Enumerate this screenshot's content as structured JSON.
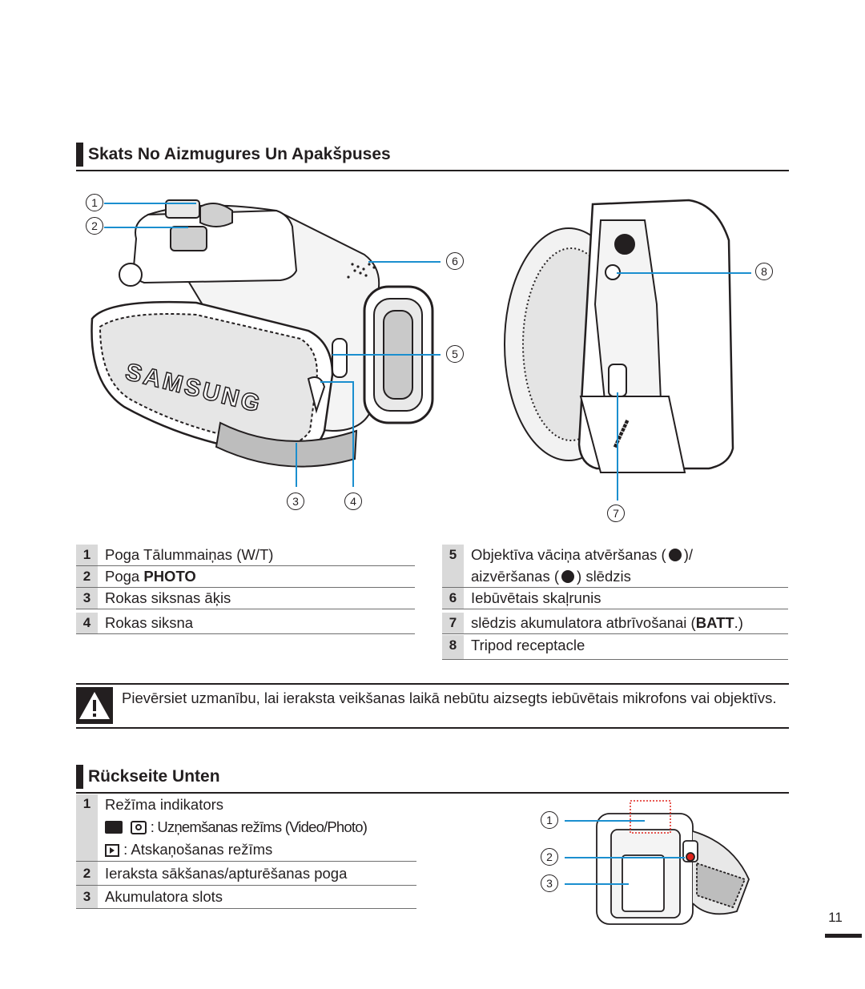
{
  "section1": {
    "title": "Skats No Aizmugures Un Apakšpuses"
  },
  "callouts": [
    "1",
    "2",
    "3",
    "4",
    "5",
    "6",
    "7",
    "8"
  ],
  "legend_left": [
    {
      "num": "1",
      "text": "Poga Tālummaiņas (W/T)"
    },
    {
      "num": "2",
      "text_prefix": "Poga ",
      "text_bold": "PHOTO"
    },
    {
      "num": "3",
      "text": "Rokas siksnas āķis"
    },
    {
      "num": "4",
      "text": "Rokas siksna"
    }
  ],
  "legend_right": [
    {
      "num": "5",
      "text_a": "Objektīva vāciņa atvēršanas (",
      "text_b": ")/",
      "text_line2_a": "aizvēršanas (",
      "text_line2_b": ") slēdzis"
    },
    {
      "num": "6",
      "text": "Iebūvētais skaļrunis"
    },
    {
      "num": "7",
      "text_a": "slēdzis akumulatora atbrīvošanai (",
      "text_bold": "BATT",
      "text_b": ".)"
    },
    {
      "num": "8",
      "text": "Tripod receptacle"
    }
  ],
  "warning": {
    "text": "Pievērsiet uzmanību, lai ieraksta veikšanas laikā nebūtu aizsegts iebūvētais mikrofons vai objektīvs."
  },
  "section2": {
    "title": "Rückseite Unten"
  },
  "legend2": [
    {
      "num": "1",
      "text": "Režīma indikators",
      "line2": ": Uzņemšanas režīms (Video/Photo)",
      "line3": ": Atskaņošanas režīms"
    },
    {
      "num": "2",
      "text": "Ieraksta sākšanas/apturēšanas poga"
    },
    {
      "num": "3",
      "text": "Akumulatora slots"
    }
  ],
  "logo_text": "SAMSUNG",
  "page_number": "11",
  "colors": {
    "callout_line": "#1b8fcf",
    "text": "#231f20",
    "number_cell": "#d9d9d9"
  }
}
